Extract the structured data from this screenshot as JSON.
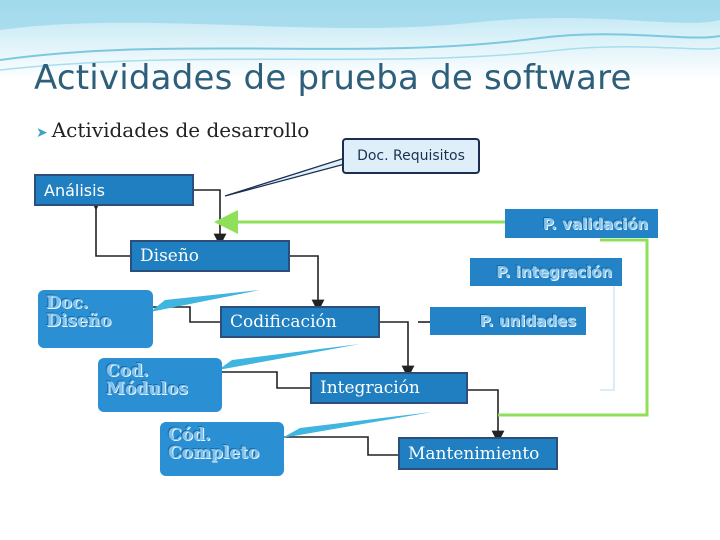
{
  "slide": {
    "title": "Actividades de prueba de software",
    "bullet": "Actividades de desarrollo"
  },
  "diagram": {
    "callout": "Doc. Requisitos",
    "phases": {
      "analisis": "Análisis",
      "diseno": "Diseño",
      "codificacion": "Codificación",
      "integracion": "Integración",
      "mantenimiento": "Mantenimiento"
    },
    "documents": {
      "doc_diseno": [
        "Doc.",
        "Diseño"
      ],
      "cod_modulos": [
        "Cod.",
        "Módulos"
      ],
      "cod_completo": [
        "Cód.",
        "Completo"
      ]
    },
    "tests": {
      "validacion": "P. validación",
      "integracion": "P. integración",
      "unidades": "P. unidades"
    }
  },
  "colors": {
    "title": "#2e5f7a",
    "phase_box": "#1f7fc0",
    "test_box": "#2383c6",
    "connector_green": "#8ee05a",
    "callout_fill": "#dfeff9"
  }
}
